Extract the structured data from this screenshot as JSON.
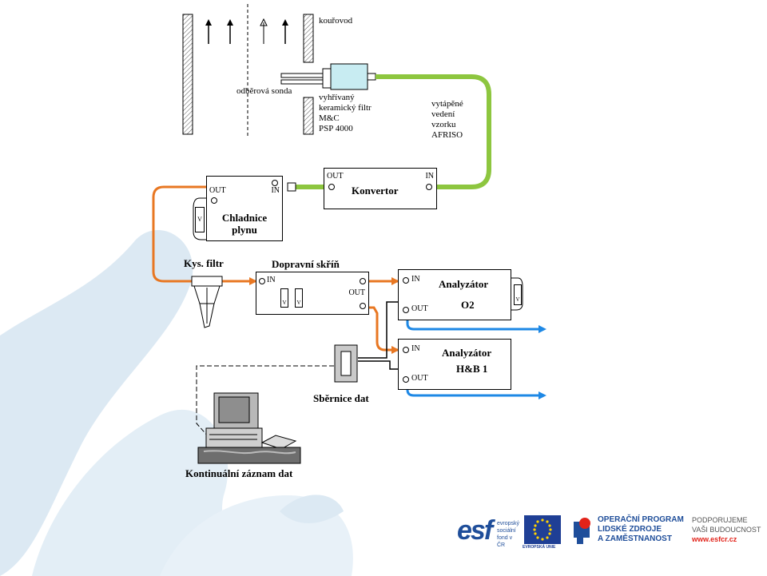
{
  "diagram": {
    "duct_label": "kouřovod",
    "probe_label": "odběrová sonda",
    "filter_label": [
      "vyhřívaný",
      "keramický filtr",
      "M&C",
      "PSP 4000"
    ],
    "heated_line_label": [
      "vytápěné",
      "vedení",
      "vzorku",
      "AFRISO"
    ],
    "converter": {
      "title": "Konvertor",
      "out": "OUT",
      "in": "IN"
    },
    "cooler": {
      "title_line1": "Chladnice",
      "title_line2": "plynu",
      "out": "OUT",
      "in": "IN",
      "valve": "V"
    },
    "acid_filter": "Kys. filtr",
    "pump": {
      "title": "Dopravní skříň",
      "in": "IN",
      "out": "OUT",
      "valve1": "V",
      "valve2": "V"
    },
    "analyzer_o2": {
      "title_line1": "Analyzátor",
      "title_line2": "O2",
      "in": "IN",
      "out": "OUT",
      "valve": "V"
    },
    "analyzer_hb": {
      "title_line1": "Analyzátor",
      "title_line2": "H&B 1",
      "in": "IN",
      "out": "OUT"
    },
    "data_bus": "Sběrnice dat",
    "recording": "Kontinuální záznam dat",
    "colors": {
      "heated_line": "#8dc63f",
      "sample_line": "#e87722",
      "exhaust_line": "#1e88e5",
      "bg_shape": "#dce9f3"
    }
  },
  "footer": {
    "esf": {
      "mark": "esf",
      "line1": "evropský",
      "line2": "sociální",
      "line3": "fond v ČR"
    },
    "eu": "EVROPSKÁ UNIE",
    "program": [
      "OPERAČNÍ PROGRAM",
      "LIDSKÉ ZDROJE",
      "A ZAMĚSTNANOST"
    ],
    "support": [
      "PODPORUJEME",
      "VAŠI BUDOUCNOST"
    ],
    "url": "www.esfcr.cz"
  }
}
